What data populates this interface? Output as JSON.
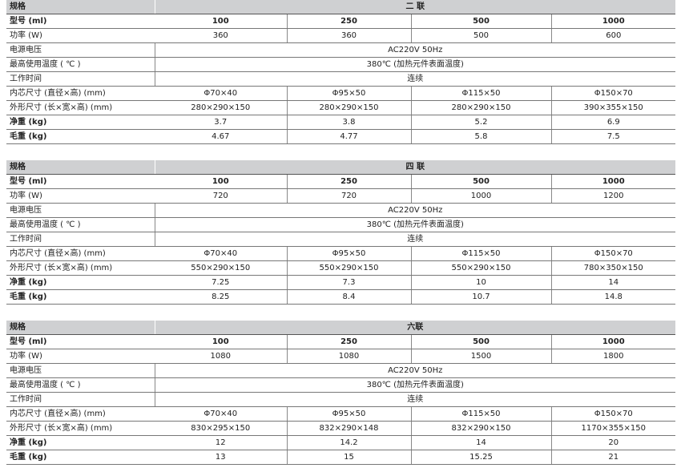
{
  "tables": [
    {
      "spec_label": "规格",
      "group": "二 联",
      "model_label": "型号 (ml)",
      "models": [
        "100",
        "250",
        "500",
        "1000"
      ],
      "power_label": "功率 (W)",
      "power": [
        "360",
        "360",
        "500",
        "600"
      ],
      "voltage_label": "电源电压",
      "voltage": "AC220V 50Hz",
      "temp_label": "最高使用温度 ( ℃ )",
      "temp": "380℃ (加热元件表面温度)",
      "worktime_label": "工作时间",
      "worktime": "连续",
      "inner_label": "内芯尺寸 (直径×高) (mm)",
      "inner": [
        "Φ70×40",
        "Φ95×50",
        "Φ115×50",
        "Φ150×70"
      ],
      "outer_label": "外形尺寸 (长×宽×高) (mm)",
      "outer": [
        "280×290×150",
        "280×290×150",
        "280×290×150",
        "390×355×150"
      ],
      "net_label": "净重 (kg)",
      "net": [
        "3.7",
        "3.8",
        "5.2",
        "6.9"
      ],
      "gross_label": "毛重 (kg)",
      "gross": [
        "4.67",
        "4.77",
        "5.8",
        "7.5"
      ]
    },
    {
      "spec_label": "规格",
      "group": "四 联",
      "model_label": "型号 (ml)",
      "models": [
        "100",
        "250",
        "500",
        "1000"
      ],
      "power_label": "功率 (W)",
      "power": [
        "720",
        "720",
        "1000",
        "1200"
      ],
      "voltage_label": "电源电压",
      "voltage": "AC220V 50Hz",
      "temp_label": "最高使用温度 ( ℃ )",
      "temp": "380℃ (加热元件表面温度)",
      "worktime_label": "工作时间",
      "worktime": "连续",
      "inner_label": "内芯尺寸 (直径×高) (mm)",
      "inner": [
        "Φ70×40",
        "Φ95×50",
        "Φ115×50",
        "Φ150×70"
      ],
      "outer_label": "外形尺寸 (长×宽×高) (mm)",
      "outer": [
        "550×290×150",
        "550×290×150",
        "550×290×150",
        "780×350×150"
      ],
      "net_label": "净重 (kg)",
      "net": [
        "7.25",
        "7.3",
        "10",
        "14"
      ],
      "gross_label": "毛重 (kg)",
      "gross": [
        "8.25",
        "8.4",
        "10.7",
        "14.8"
      ]
    },
    {
      "spec_label": "规格",
      "group": "六联",
      "model_label": "型号 (ml)",
      "models": [
        "100",
        "250",
        "500",
        "1000"
      ],
      "power_label": "功率 (W)",
      "power": [
        "1080",
        "1080",
        "1500",
        "1800"
      ],
      "voltage_label": "电源电压",
      "voltage": "AC220V 50Hz",
      "temp_label": "最高使用温度 ( ℃ )",
      "temp": "380℃ (加热元件表面温度)",
      "worktime_label": "工作时间",
      "worktime": "连续",
      "inner_label": "内芯尺寸 (直径×高) (mm)",
      "inner": [
        "Φ70×40",
        "Φ95×50",
        "Φ115×50",
        "Φ150×70"
      ],
      "outer_label": "外形尺寸 (长×宽×高) (mm)",
      "outer": [
        "830×295×150",
        "832×290×148",
        "832×290×150",
        "1170×355×150"
      ],
      "net_label": "净重 (kg)",
      "net": [
        "12",
        "14.2",
        "14",
        "20"
      ],
      "gross_label": "毛重 (kg)",
      "gross": [
        "13",
        "15",
        "15.25",
        "21"
      ]
    }
  ]
}
